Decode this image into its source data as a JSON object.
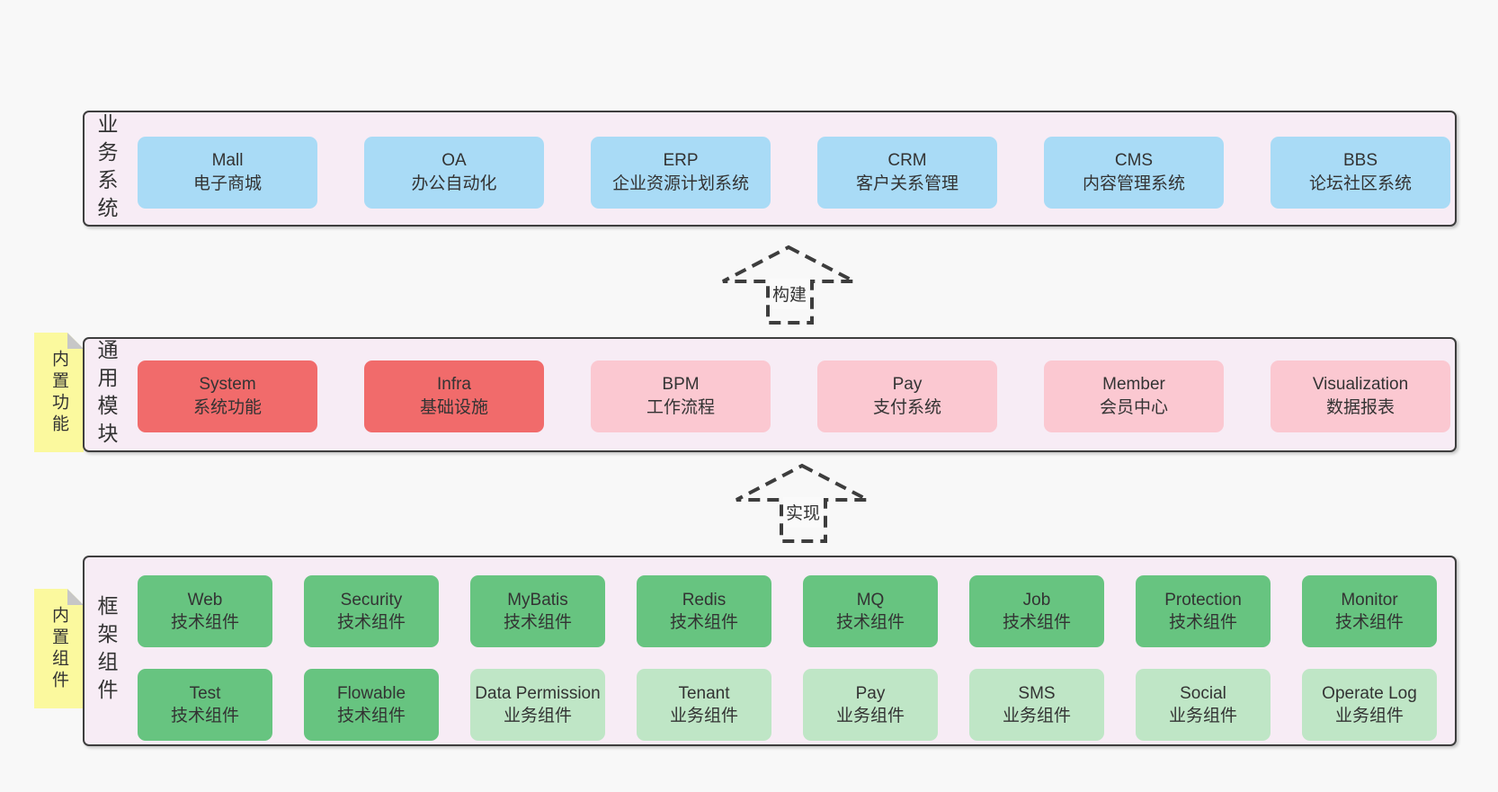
{
  "colors": {
    "page_bg": "#f8f8f8",
    "panel_bg": "#f7ecf5",
    "panel_border": "#3e3e3e",
    "blue_box": "#a9dbf6",
    "red_box": "#f16b6b",
    "pink_box": "#fbc8d1",
    "green_box": "#67c480",
    "light_green_box": "#bfe6c6",
    "sticky": "#fbf99e",
    "sticky_fold": "#c7c7c7",
    "text": "#333333"
  },
  "arrows": {
    "build": "构建",
    "implement": "实现"
  },
  "bands": {
    "business": {
      "label": "业务系统",
      "boxes": [
        {
          "title": "Mall",
          "subtitle": "电子商城",
          "variant": "blue"
        },
        {
          "title": "OA",
          "subtitle": "办公自动化",
          "variant": "blue"
        },
        {
          "title": "ERP",
          "subtitle": "企业资源计划系统",
          "variant": "blue"
        },
        {
          "title": "CRM",
          "subtitle": "客户关系管理",
          "variant": "blue"
        },
        {
          "title": "CMS",
          "subtitle": "内容管理系统",
          "variant": "blue"
        },
        {
          "title": "BBS",
          "subtitle": "论坛社区系统",
          "variant": "blue"
        }
      ]
    },
    "modules": {
      "label": "通用模块",
      "sticky": "内置功能",
      "boxes": [
        {
          "title": "System",
          "subtitle": "系统功能",
          "variant": "red"
        },
        {
          "title": "Infra",
          "subtitle": "基础设施",
          "variant": "red"
        },
        {
          "title": "BPM",
          "subtitle": "工作流程",
          "variant": "pink"
        },
        {
          "title": "Pay",
          "subtitle": "支付系统",
          "variant": "pink"
        },
        {
          "title": "Member",
          "subtitle": "会员中心",
          "variant": "pink"
        },
        {
          "title": "Visualization",
          "subtitle": "数据报表",
          "variant": "pink"
        }
      ]
    },
    "components": {
      "label": "框架组件",
      "sticky": "内置组件",
      "row1": [
        {
          "title": "Web",
          "subtitle": "技术组件",
          "variant": "green"
        },
        {
          "title": "Security",
          "subtitle": "技术组件",
          "variant": "green"
        },
        {
          "title": "MyBatis",
          "subtitle": "技术组件",
          "variant": "green"
        },
        {
          "title": "Redis",
          "subtitle": "技术组件",
          "variant": "green"
        },
        {
          "title": "MQ",
          "subtitle": "技术组件",
          "variant": "green"
        },
        {
          "title": "Job",
          "subtitle": "技术组件",
          "variant": "green"
        },
        {
          "title": "Protection",
          "subtitle": "技术组件",
          "variant": "green"
        },
        {
          "title": "Monitor",
          "subtitle": "技术组件",
          "variant": "green"
        }
      ],
      "row2": [
        {
          "title": "Test",
          "subtitle": "技术组件",
          "variant": "green"
        },
        {
          "title": "Flowable",
          "subtitle": "技术组件",
          "variant": "green"
        },
        {
          "title": "Data Permission",
          "subtitle": "业务组件",
          "variant": "lightgreen"
        },
        {
          "title": "Tenant",
          "subtitle": "业务组件",
          "variant": "lightgreen"
        },
        {
          "title": "Pay",
          "subtitle": "业务组件",
          "variant": "lightgreen"
        },
        {
          "title": "SMS",
          "subtitle": "业务组件",
          "variant": "lightgreen"
        },
        {
          "title": "Social",
          "subtitle": "业务组件",
          "variant": "lightgreen"
        },
        {
          "title": "Operate Log",
          "subtitle": "业务组件",
          "variant": "lightgreen"
        }
      ]
    }
  }
}
